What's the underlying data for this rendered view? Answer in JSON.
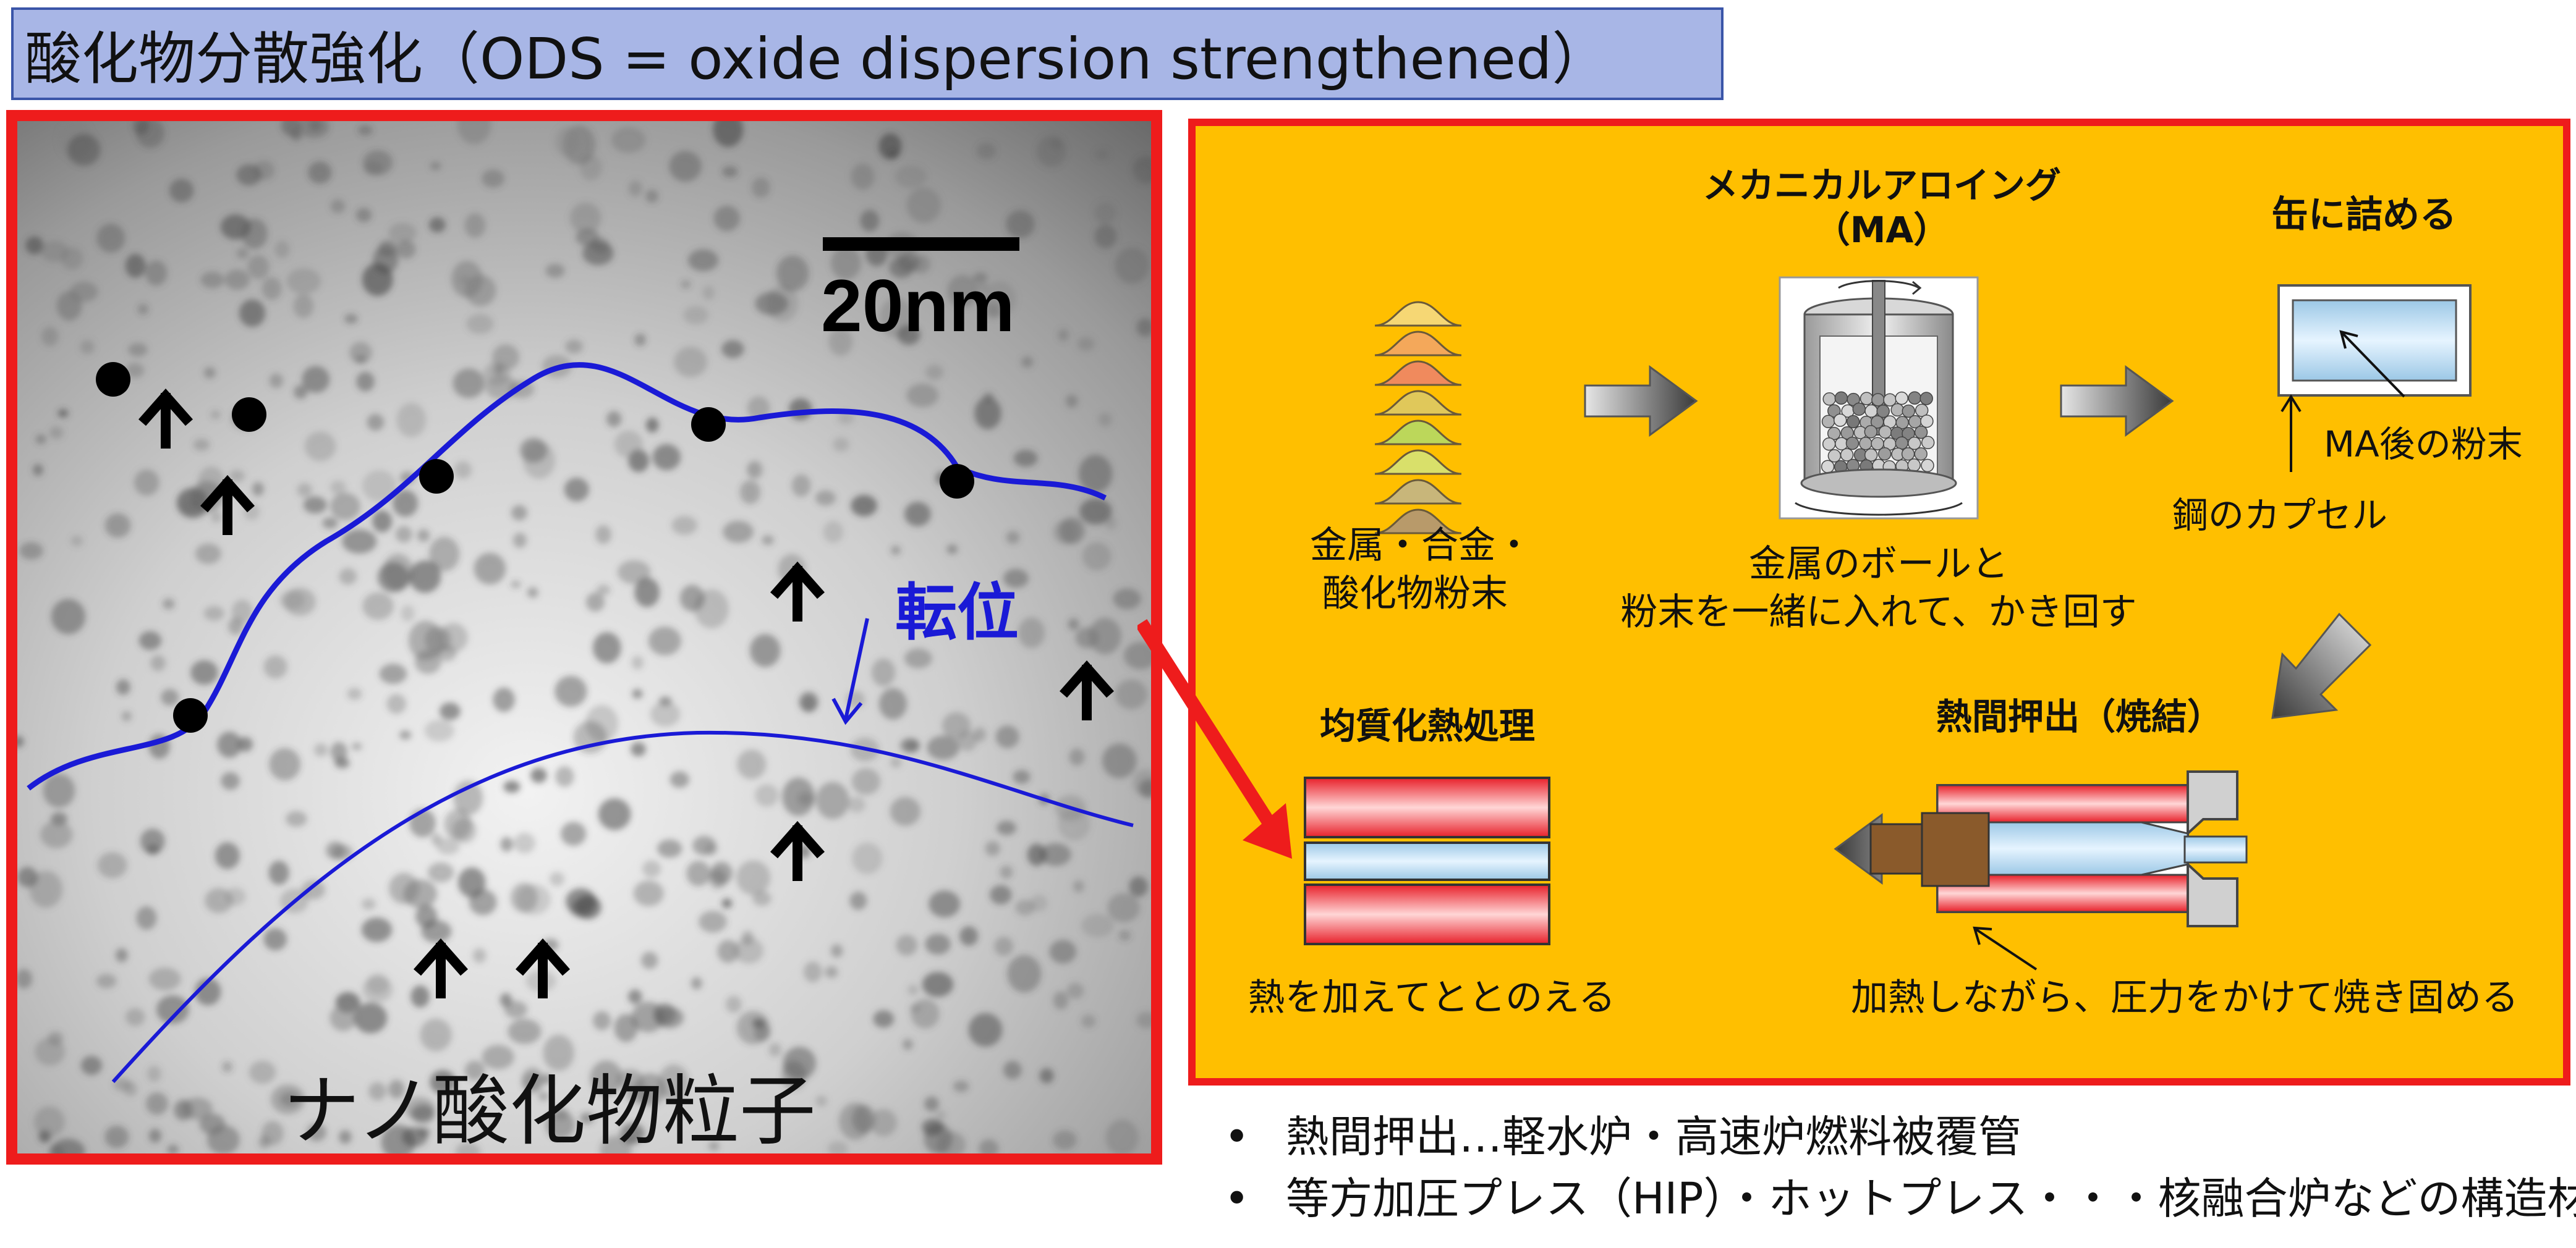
{
  "title": "酸化物分散強化（ODS = oxide dispersion strengthened）",
  "micrograph": {
    "scale_bar_label": "20nm",
    "dislocation_label": "転位",
    "particle_label": "ナノ酸化物粒子"
  },
  "process": {
    "step1_label": "金属・合金・\n酸化物粉末",
    "step2_title": "メカニカルアロイング\n（MA）",
    "step2_caption": "金属のボールと\n粉末を一緒に入れて、かき回す",
    "step3_title": "缶に詰める",
    "step3_caption_inner": "MA後の粉末",
    "step3_caption_outer": "鋼のカプセル",
    "step4_title": "熱間押出（焼結）",
    "step4_caption": "加熱しながら、圧力をかけて焼き固める",
    "step5_title": "均質化熱処理",
    "step5_caption": "熱を加えてととのえる"
  },
  "bullets": [
    "熱間押出…軽水炉・高速炉燃料被覆管",
    "等方加圧プレス（HIP）・ホットプレス・・・核融合炉などの構造材"
  ],
  "colors": {
    "accent_red": "#ee1c1c",
    "title_bg": "#a8b6e6",
    "panel_orange": "#ffbf00",
    "dislocation_blue": "#1a1ad6"
  }
}
